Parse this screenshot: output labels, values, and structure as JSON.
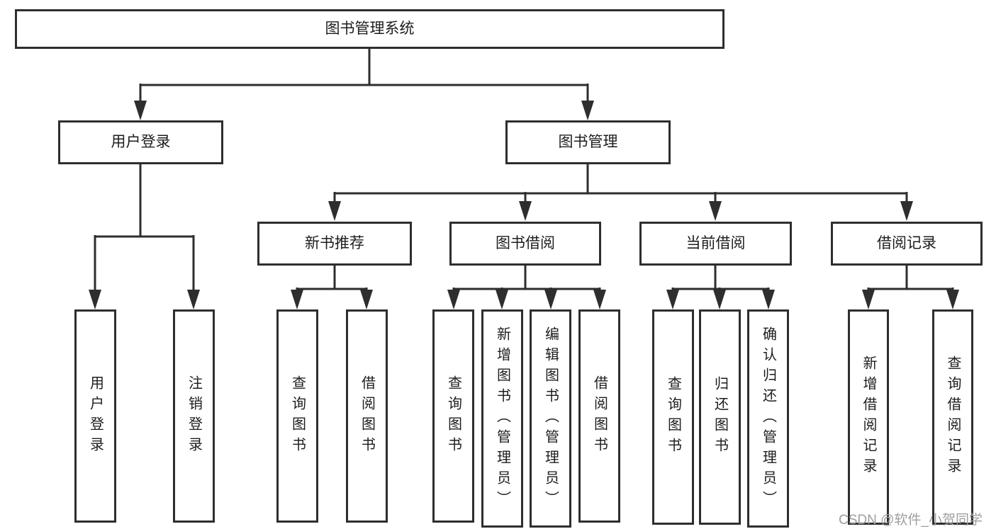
{
  "diagram": {
    "title": "图书管理系统",
    "branches": [
      {
        "label": "用户登录",
        "children": [
          {
            "label": "用户登录"
          },
          {
            "label": "注销登录"
          }
        ]
      },
      {
        "label": "图书管理",
        "children": [
          {
            "label": "新书推荐",
            "children": [
              {
                "label": "查询图书"
              },
              {
                "label": "借阅图书"
              }
            ]
          },
          {
            "label": "图书借阅",
            "children": [
              {
                "label": "查询图书"
              },
              {
                "label": "新增图书（管理员）"
              },
              {
                "label": "编辑图书（管理员）"
              },
              {
                "label": "借阅图书"
              }
            ]
          },
          {
            "label": "当前借阅",
            "children": [
              {
                "label": "查询图书"
              },
              {
                "label": "归还图书"
              },
              {
                "label": "确认归还（管理员）"
              }
            ]
          },
          {
            "label": "借阅记录",
            "children": [
              {
                "label": "新增借阅记录"
              },
              {
                "label": "查询借阅记录"
              }
            ]
          }
        ]
      }
    ]
  },
  "watermark": "CSDN @软件_小贺同学",
  "colors": {
    "line": "#2e2e2e",
    "box_background": "#ffffff",
    "text": "#1d1d1d",
    "watermark": "#9e9e9e"
  }
}
